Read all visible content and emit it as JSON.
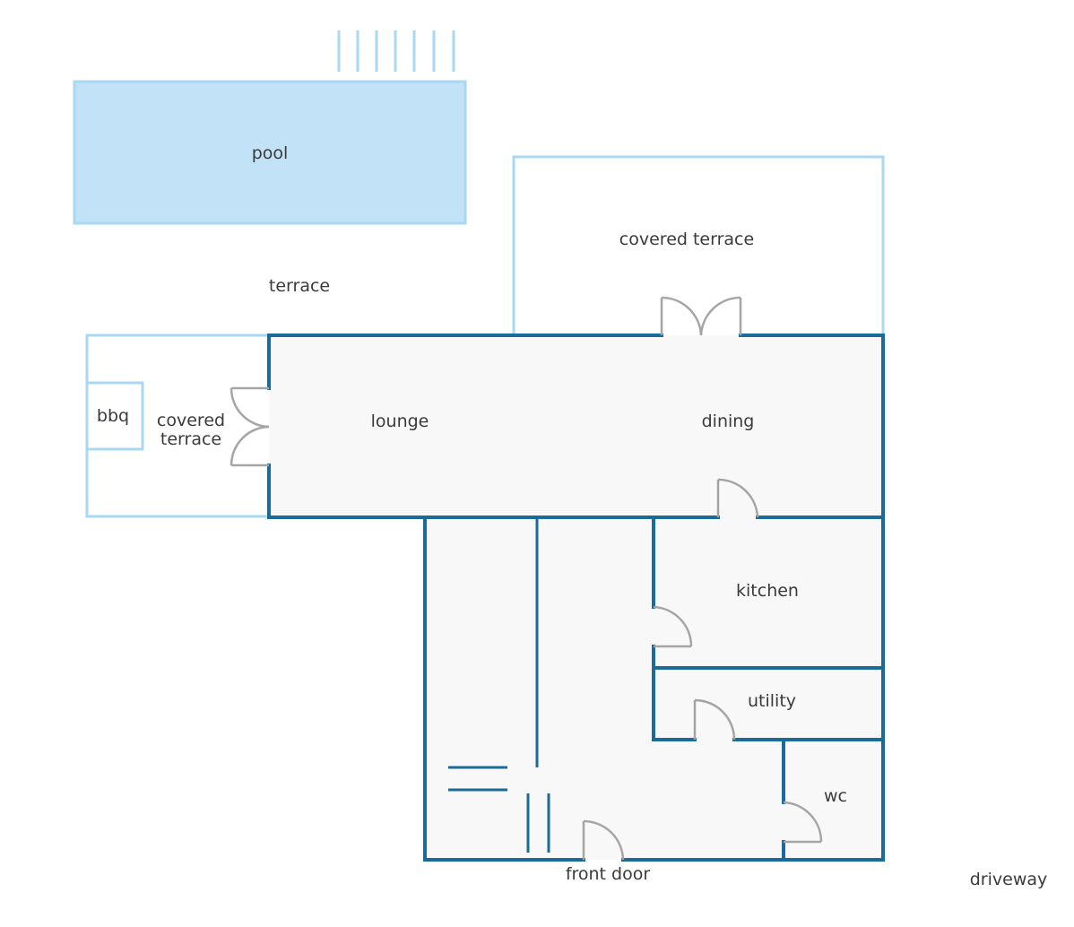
{
  "labels": {
    "pool": "pool",
    "terrace": "terrace",
    "covered_terrace_top": "covered terrace",
    "covered_terrace_left_line1": "covered",
    "covered_terrace_left_line2": "terrace",
    "bbq": "bbq",
    "lounge": "lounge",
    "dining": "dining",
    "kitchen": "kitchen",
    "utility": "utility",
    "wc": "wc",
    "front_door": "front door",
    "driveway": "driveway"
  },
  "colors": {
    "wall": "#1a6a9a",
    "outdoor_outline": "#a8d8f2",
    "pool_fill": "#c2e3f7",
    "interior_fill": "#f8f8f8",
    "door": "#a5a5a5",
    "text": "#3a3a3a"
  }
}
